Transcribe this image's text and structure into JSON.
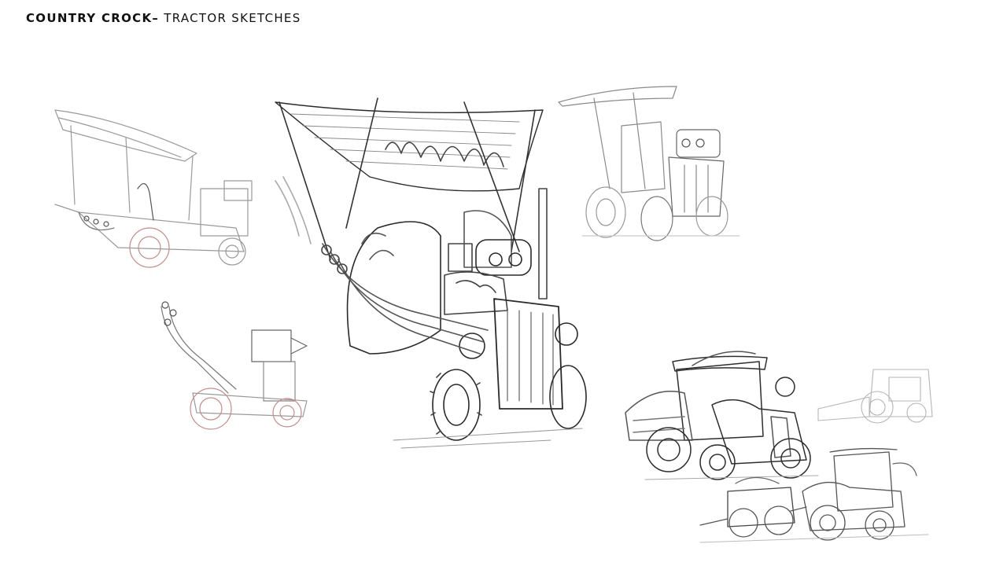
{
  "header": {
    "title_bold": "COUNTRY CROCK–",
    "title_light": " TRACTOR SKETCHES"
  },
  "sketches": [
    {
      "id": "flag-tractor-left",
      "subject": "tractor with flag canopy and exhaust pipe"
    },
    {
      "id": "pipe-tractor-small",
      "subject": "small tractor with tall exhaust pipes"
    },
    {
      "id": "hot-rod-tractor-main",
      "subject": "hot-rod tractor with flame canopy and big engine"
    },
    {
      "id": "canopy-tractor-top-right",
      "subject": "tractor with flat canopy roof"
    },
    {
      "id": "cab-tractor-with-trailer",
      "subject": "cab tractor pulling a loaded trailer"
    },
    {
      "id": "small-tractor-outline-right",
      "subject": "outline tractor sketch"
    },
    {
      "id": "cab-tractor-bottom",
      "subject": "small cab tractor with trailer"
    }
  ],
  "colors": {
    "background": "#ffffff",
    "pencil_dark": "#2a2a2a",
    "pencil_mid": "#6a6a6a",
    "pencil_light": "#b5b5b5",
    "red_pencil": "#c98a8a"
  }
}
